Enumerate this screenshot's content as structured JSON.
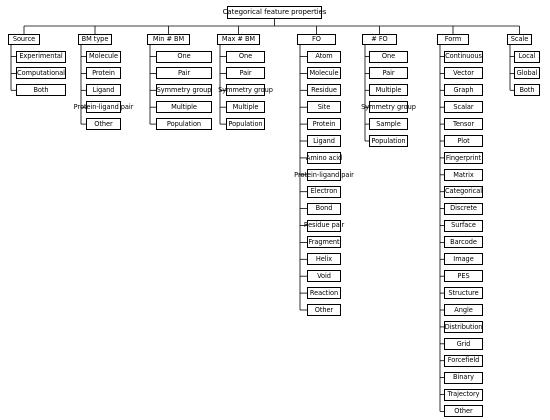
{
  "root": "Categorical feature properties",
  "categories": [
    {
      "key": "source",
      "label": "Source",
      "items": [
        "Experimental",
        "Computational",
        "Both"
      ]
    },
    {
      "key": "bm_type",
      "label": "BM type",
      "items": [
        "Molecule",
        "Protein",
        "Ligand",
        "Protein-ligand pair",
        "Other"
      ]
    },
    {
      "key": "min_bm",
      "label": "Min # BM",
      "items": [
        "One",
        "Pair",
        "Symmetry group",
        "Multiple",
        "Population"
      ]
    },
    {
      "key": "max_bm",
      "label": "Max # BM",
      "items": [
        "One",
        "Pair",
        "Symmetry group",
        "Multiple",
        "Population"
      ]
    },
    {
      "key": "fo",
      "label": "FO",
      "items": [
        "Atom",
        "Molecule",
        "Residue",
        "Site",
        "Protein",
        "Ligand",
        "Amino acid",
        "Protein-ligand pair",
        "Electron",
        "Bond",
        "Residue pair",
        "Fragment",
        "Helix",
        "Void",
        "Reaction",
        "Other"
      ]
    },
    {
      "key": "num_fo",
      "label": "# FO",
      "items": [
        "One",
        "Pair",
        "Multiple",
        "Symmetry group",
        "Sample",
        "Population"
      ]
    },
    {
      "key": "form",
      "label": "Form",
      "items": [
        "Continuous",
        "Vector",
        "Graph",
        "Scalar",
        "Tensor",
        "Plot",
        "Fingerprint",
        "Matrix",
        "Categorical",
        "Discrete",
        "Surface",
        "Barcode",
        "Image",
        "PES",
        "Structure",
        "Angle",
        "Distribution",
        "Grid",
        "Forcefield",
        "Binary",
        "Trajectory",
        "Other"
      ]
    },
    {
      "key": "scale",
      "label": "Scale",
      "items": [
        "Local",
        "Global",
        "Both"
      ]
    }
  ]
}
